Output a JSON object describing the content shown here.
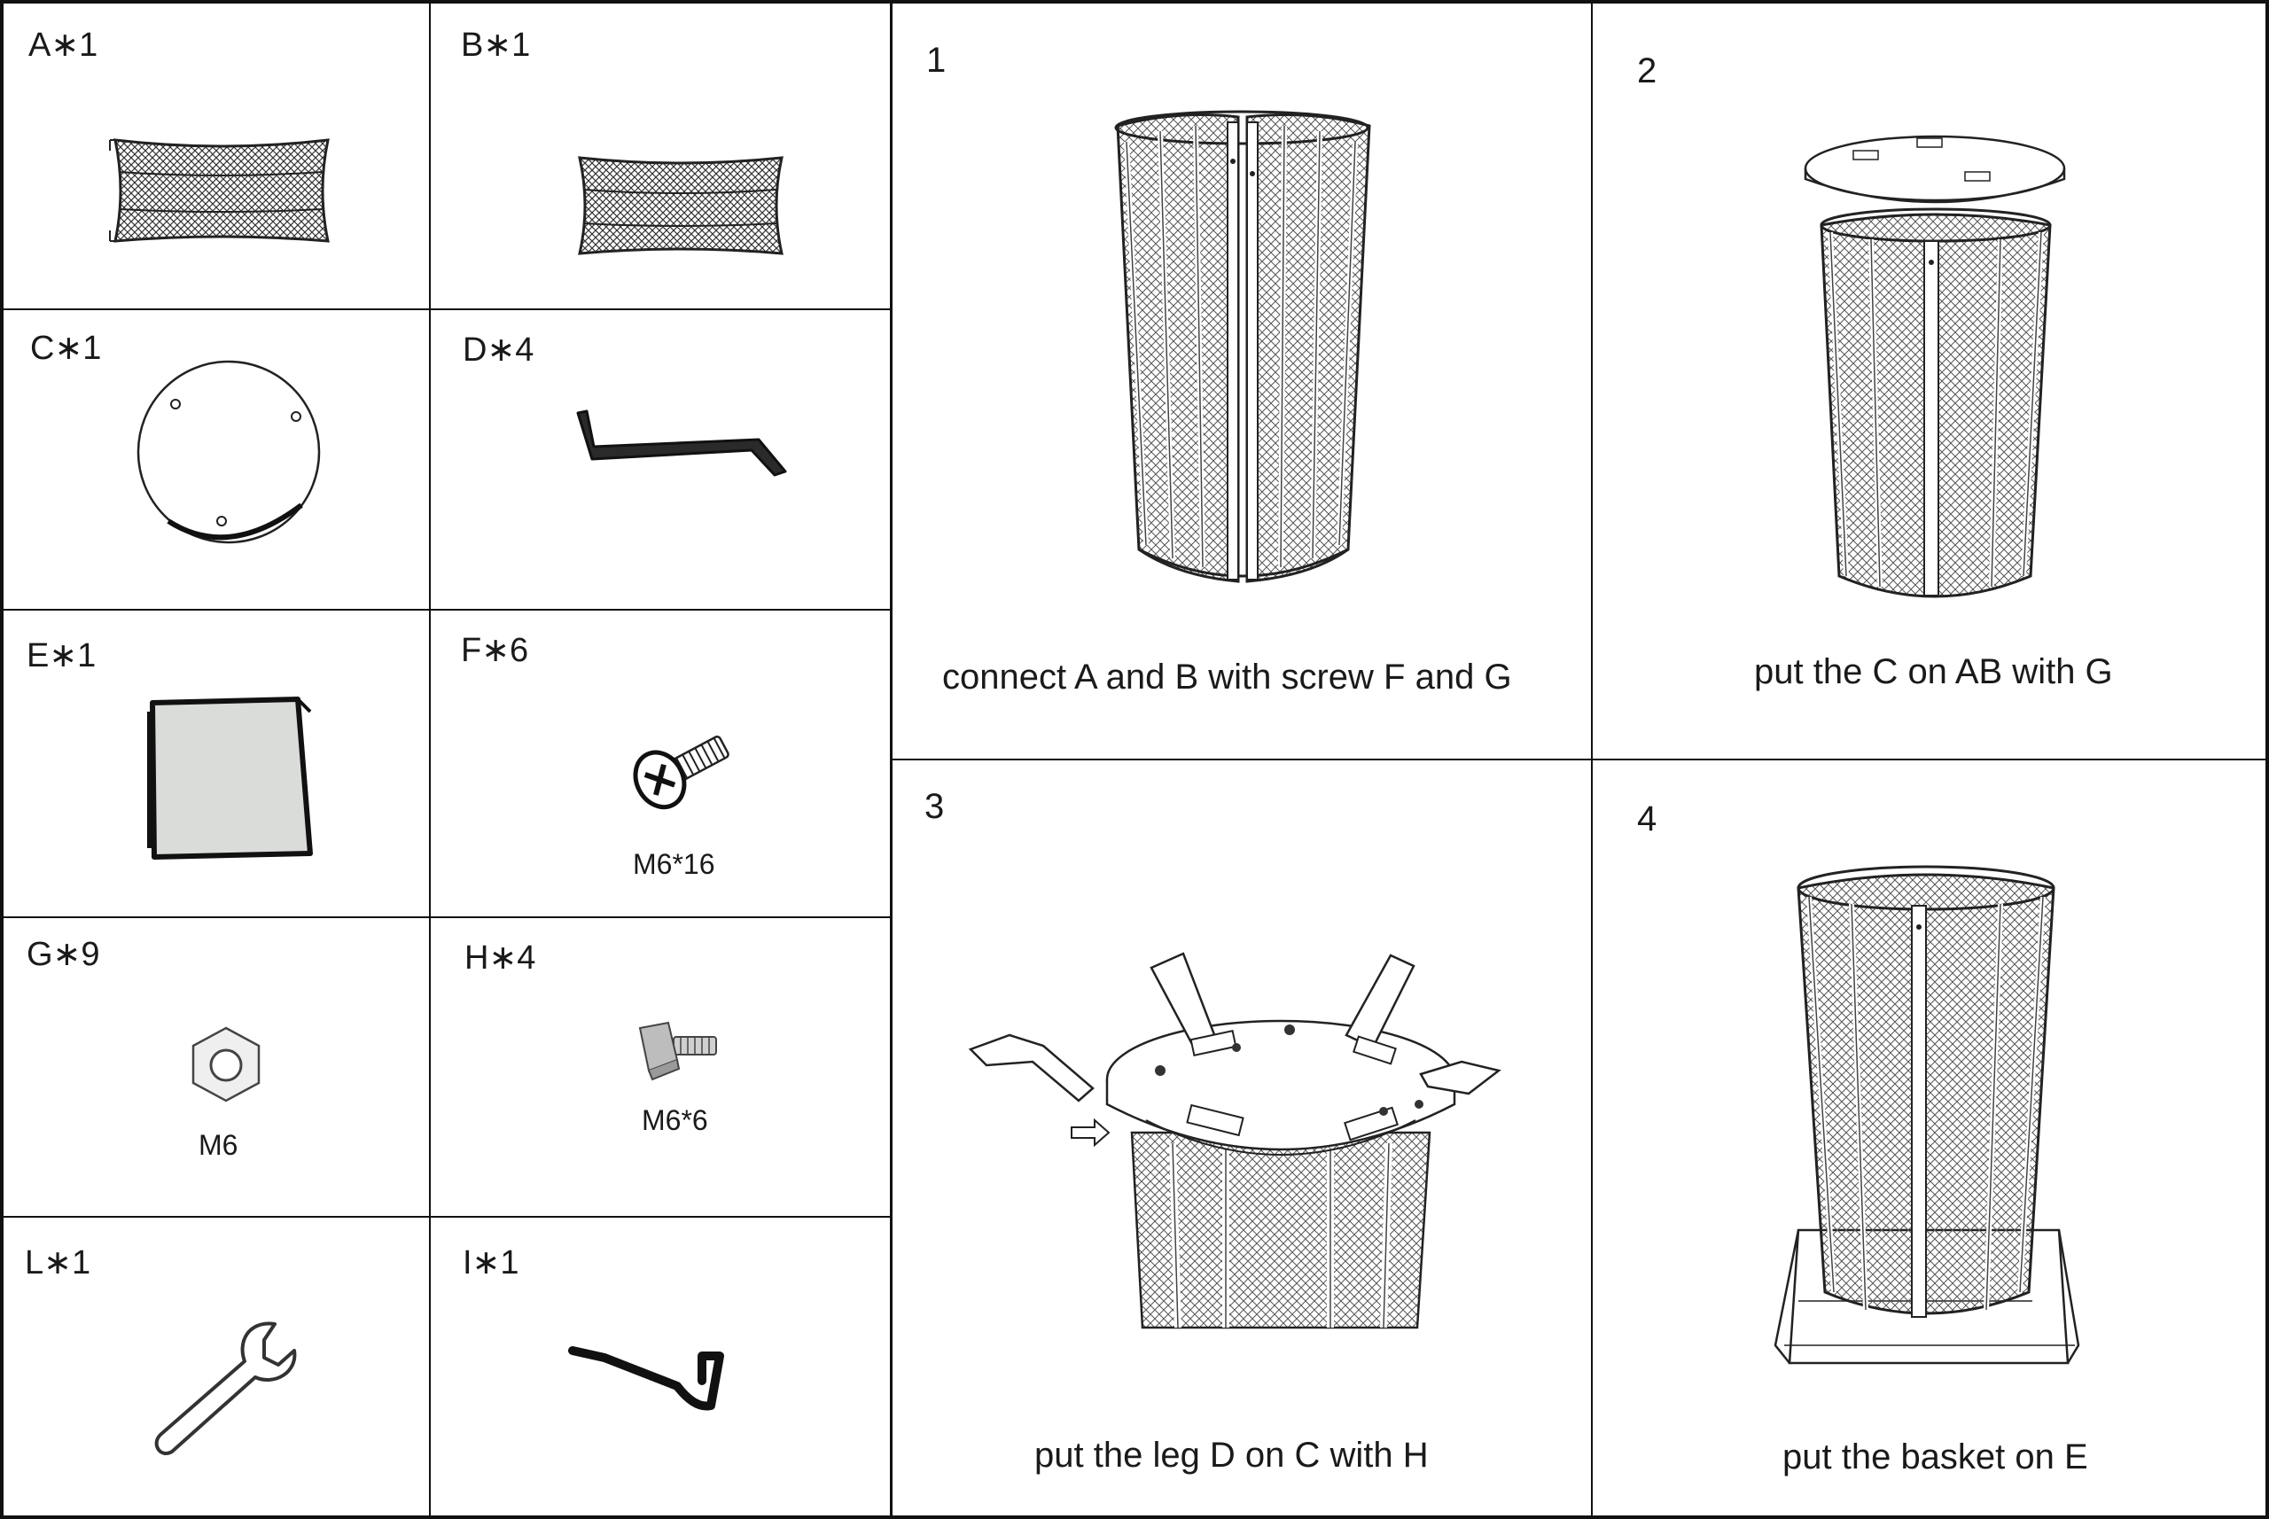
{
  "parts": {
    "a": {
      "label": "A∗1"
    },
    "b": {
      "label": "B∗1"
    },
    "c": {
      "label": "C∗1"
    },
    "d": {
      "label": "D∗4"
    },
    "e": {
      "label": "E∗1"
    },
    "f": {
      "label": "F∗6",
      "size": "M6*16"
    },
    "g": {
      "label": "G∗9",
      "size": "M6"
    },
    "h": {
      "label": "H∗4",
      "size": "M6*6"
    },
    "l": {
      "label": "L∗1"
    },
    "i": {
      "label": "I∗1"
    }
  },
  "steps": [
    {
      "number": "1",
      "caption": "connect A and B with screw F and G"
    },
    {
      "number": "2",
      "caption": "put the C on AB with G"
    },
    {
      "number": "3",
      "caption": "put the leg D on  C  with H"
    },
    {
      "number": "4",
      "caption": "put the basket on E"
    }
  ],
  "colors": {
    "line": "#111111",
    "panel_fill": "#d9dcd9",
    "hardware_fill": "#bdbdbd"
  }
}
